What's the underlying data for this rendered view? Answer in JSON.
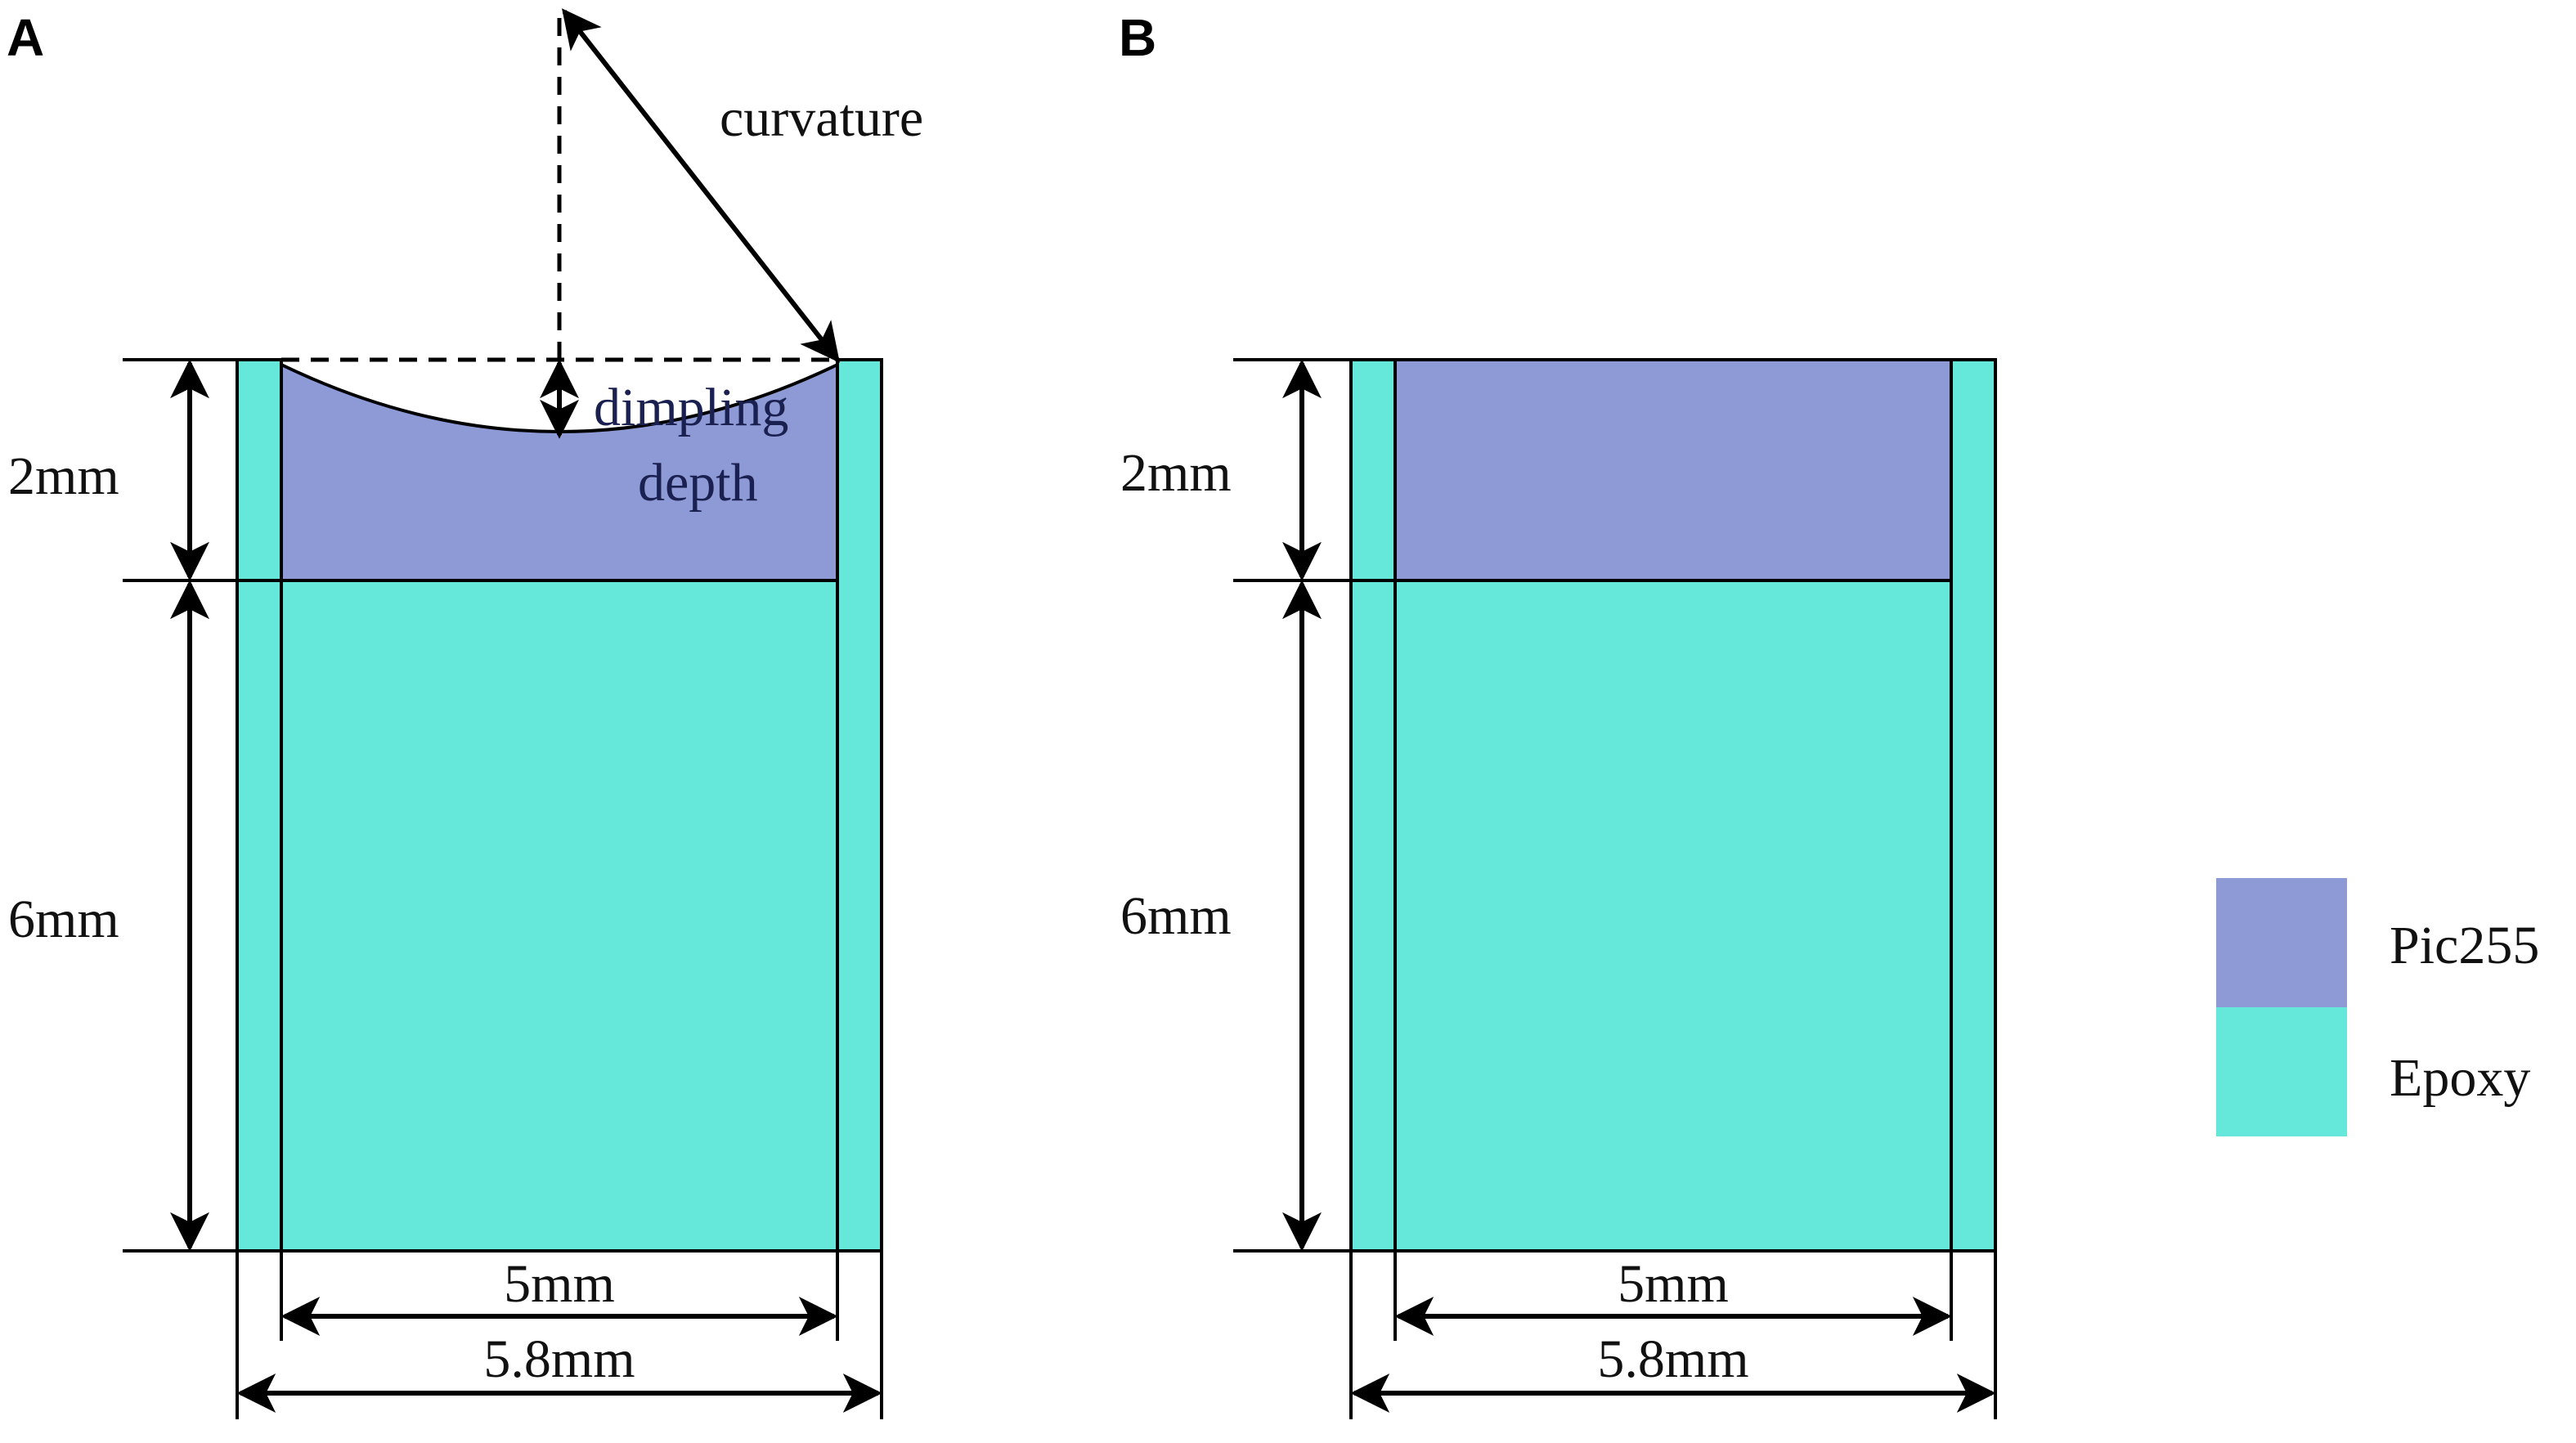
{
  "colors": {
    "pic255": "#8d9ad6",
    "epoxy": "#65e8d9",
    "line": "#000000"
  },
  "panel_a": {
    "letter": "A",
    "height_top": "2mm",
    "height_bottom": "6mm",
    "width_inner": "5mm",
    "width_outer": "5.8mm",
    "curvature_label": "curvature",
    "dimpling_label_line1": "dimpling",
    "dimpling_label_line2": "depth"
  },
  "panel_b": {
    "letter": "B",
    "height_top": "2mm",
    "height_bottom": "6mm",
    "width_inner": "5mm",
    "width_outer": "5.8mm"
  },
  "legend": {
    "items": [
      {
        "label": "Pic255",
        "color": "#8d9ad6"
      },
      {
        "label": "Epoxy",
        "color": "#65e8d9"
      }
    ]
  }
}
